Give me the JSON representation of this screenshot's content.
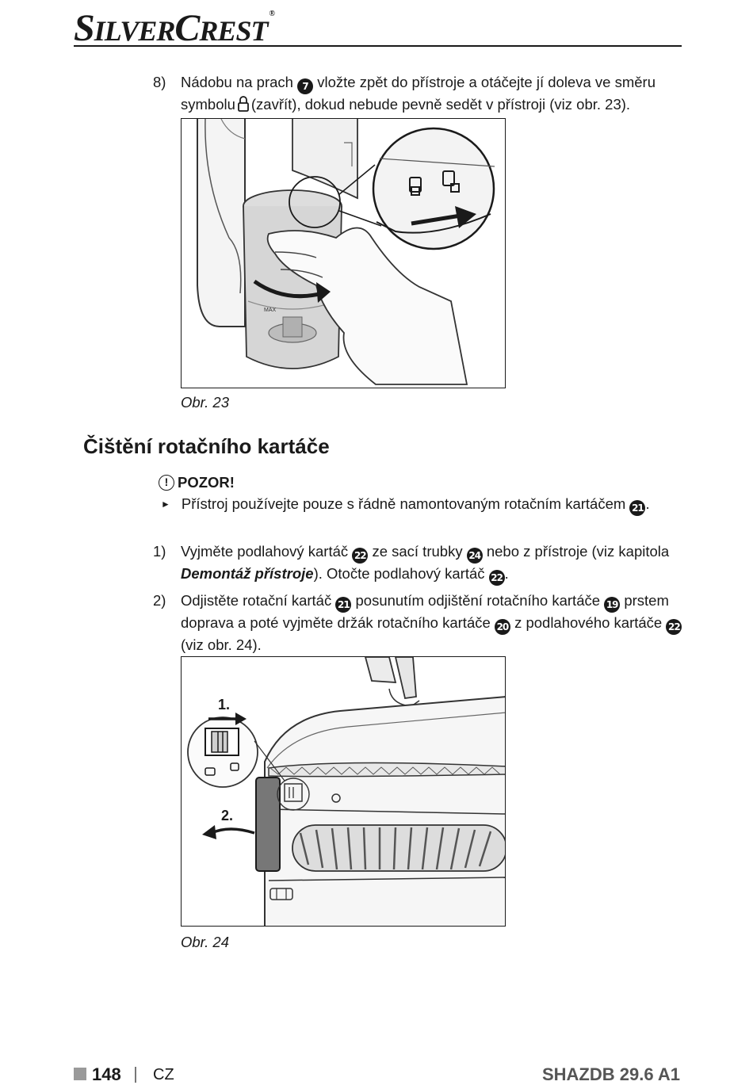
{
  "header": {
    "brand_part1_cap": "S",
    "brand_part1_rest": "ILVER",
    "brand_part2_cap": "C",
    "brand_part2_rest": "REST",
    "brand_reg": "®"
  },
  "step8": {
    "number": "8)",
    "text_a": "Nádobu na prach",
    "ref_a": "7",
    "text_b": "vložte zpět do přístroje a otáčejte jí doleva ve směru symbolu",
    "text_c": "(zavřít), dokud nebude pevně sedět v přístroji (viz obr. 23)."
  },
  "figure23": {
    "caption": "Obr. 23",
    "container_label": "MAX"
  },
  "section": {
    "title": "Čištění rotačního kartáče"
  },
  "warning": {
    "icon": "!",
    "label": "POZOR!",
    "bullet_text": "Přístroj používejte pouze s řádně namontovaným rotačním kartáčem",
    "bullet_ref": "21",
    "bullet_end": "."
  },
  "step1": {
    "number": "1)",
    "t1": "Vyjměte podlahový kartáč",
    "r1": "22",
    "t2": "ze sací trubky",
    "r2": "24",
    "t3": "nebo z přístroje (viz kapitola",
    "bold_italic": "Demontáž přístroje",
    "t4": "). Otočte podlahový kartáč",
    "r3": "22",
    "t5": "."
  },
  "step2": {
    "number": "2)",
    "t1": "Odjistěte rotační kartáč",
    "r1": "21",
    "t2": "posunutím odjištění rotačního kartáče",
    "r2": "19",
    "t3": "prstem doprava a poté vyjměte držák rotačního kartáče",
    "r3": "20",
    "t4": "z podlahového kartáče",
    "r4": "22",
    "t5": "(viz obr. 24)."
  },
  "figure24": {
    "caption": "Obr. 24",
    "label_1": "1.",
    "label_2": "2."
  },
  "footer": {
    "page": "148",
    "lang": "CZ",
    "model": "SHAZDB 29.6 A1"
  },
  "icons": [
    "lock-closed-icon",
    "warning-icon",
    "bullet-triangle-icon"
  ],
  "colors": {
    "text": "#1a1a1a",
    "footer_gray": "#9a9a9a"
  }
}
